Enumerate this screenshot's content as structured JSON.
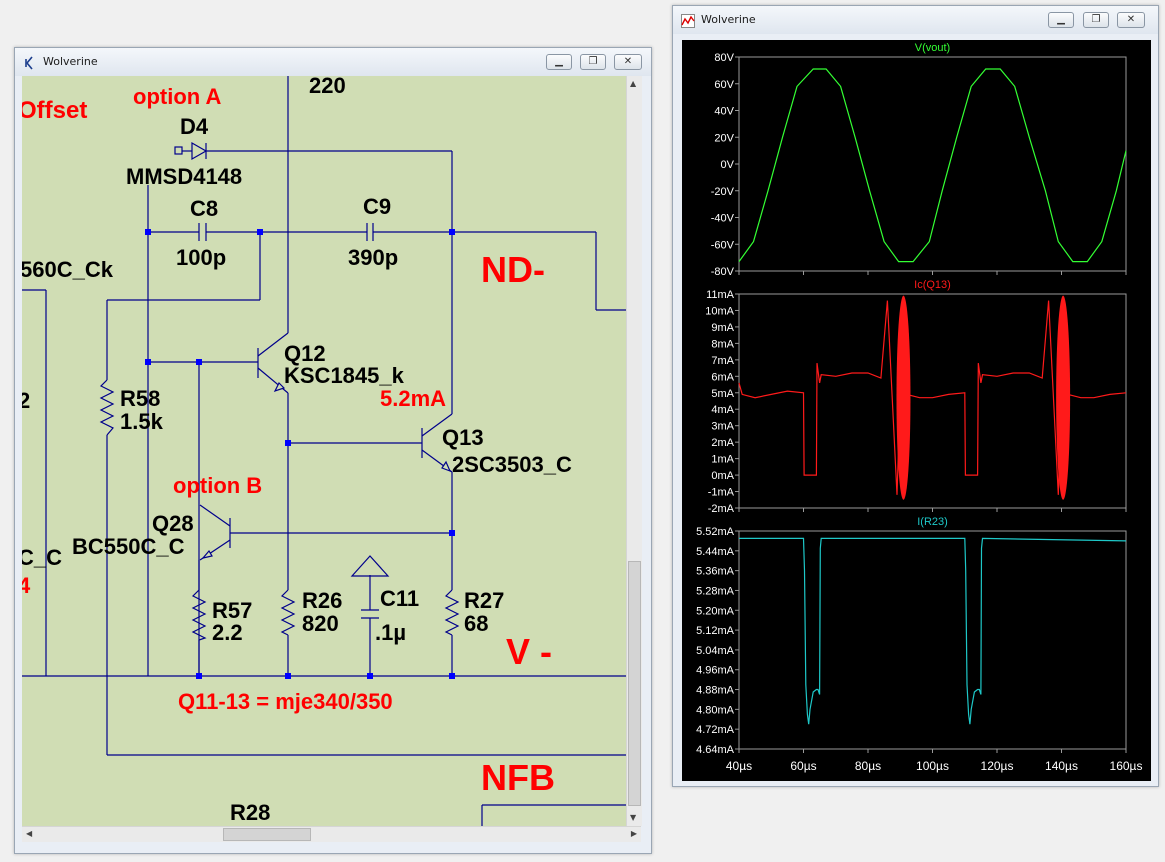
{
  "schematic_window": {
    "title": "Wolverine",
    "labels": {
      "offset": "Offset",
      "option_a": "option A",
      "r_top": "220",
      "d4": "D4",
      "d4_part": "MMSD4148",
      "c8": "C8",
      "c8_val": "100p",
      "c9": "C9",
      "c9_val": "390p",
      "nd_minus": "ND-",
      "left_part": "560C_Ck",
      "q12": "Q12",
      "q12_part": "KSC1845_k",
      "r58": "R58",
      "r58_val": "1.5k",
      "left_digit": "2",
      "current": "5.2mA",
      "q13": "Q13",
      "q13_part": "2SC3503_C",
      "option_b": "option B",
      "q28": "Q28",
      "q28_part": "BC550C_C",
      "left_cc": "C_C",
      "left_4": "4",
      "r57": "R57",
      "r57_val": "2.2",
      "r26": "R26",
      "r26_val": "820",
      "c11": "C11",
      "c11_val": ".1µ",
      "r27": "R27",
      "r27_val": "68",
      "v_minus": "V -",
      "note": "Q11-13 = mje340/350",
      "nfb": "NFB",
      "r28": "R28"
    }
  },
  "plot_window": {
    "title": "Wolverine",
    "colors": {
      "vout": "#33ff33",
      "ic": "#ff1a1a",
      "ir": "#1ec8c8",
      "grid": "#9a9a9a",
      "axis": "#ffffff"
    },
    "x_ticks": [
      "40µs",
      "60µs",
      "80µs",
      "100µs",
      "120µs",
      "140µs",
      "160µs"
    ]
  },
  "chart_data": [
    {
      "type": "line",
      "title": "V(vout)",
      "x_unit": "µs",
      "xlim": [
        40,
        160
      ],
      "ylim": [
        -80,
        80
      ],
      "y_ticks": [
        "80V",
        "60V",
        "40V",
        "20V",
        "0V",
        "-20V",
        "-40V",
        "-60V",
        "-80V"
      ],
      "series": [
        {
          "name": "V(vout)",
          "x": [
            40,
            44.5,
            49,
            53.5,
            58,
            63,
            67,
            71.5,
            76,
            80.5,
            85,
            89.5,
            94,
            99,
            103,
            107.5,
            112,
            116.5,
            121,
            125.5,
            130,
            135,
            139,
            143.5,
            148,
            152.5,
            157,
            160
          ],
          "y": [
            -73,
            -58,
            -20,
            20,
            58,
            71,
            71,
            58,
            20,
            -20,
            -58,
            -73,
            -73,
            -58,
            -20,
            20,
            58,
            71,
            71,
            58,
            20,
            -20,
            -58,
            -73,
            -73,
            -58,
            -20,
            10
          ]
        }
      ]
    },
    {
      "type": "line",
      "title": "Ic(Q13)",
      "x_unit": "µs",
      "xlim": [
        40,
        160
      ],
      "ylim": [
        -2,
        11
      ],
      "y_ticks": [
        "11mA",
        "10mA",
        "9mA",
        "8mA",
        "7mA",
        "6mA",
        "5mA",
        "4mA",
        "3mA",
        "2mA",
        "1mA",
        "0mA",
        "-1mA",
        "-2mA"
      ],
      "series": [
        {
          "name": "Ic(Q13)",
          "x": [
            40,
            41,
            45,
            50,
            55,
            60,
            60.2,
            62,
            64,
            64.2,
            65,
            65.5,
            70,
            75,
            80,
            84,
            86,
            89,
            90,
            92,
            96,
            100,
            105,
            110,
            110.2,
            112,
            114,
            114.2,
            115,
            115.5,
            120,
            125,
            130,
            134,
            136,
            139,
            140,
            142,
            146,
            150,
            155,
            160
          ],
          "y": [
            5.6,
            4.9,
            4.7,
            4.9,
            5.1,
            5.0,
            0,
            0,
            0,
            6.8,
            5.6,
            6.1,
            6.0,
            6.2,
            6.2,
            5.9,
            10.6,
            -1.2,
            5.0,
            4.9,
            4.7,
            4.7,
            4.9,
            5.0,
            0,
            0,
            0,
            6.8,
            5.6,
            6.1,
            6.0,
            6.2,
            6.2,
            5.9,
            10.6,
            -1.2,
            5.0,
            4.9,
            4.7,
            4.7,
            4.9,
            5.0
          ]
        }
      ],
      "bursts_x": [
        91,
        140.5
      ]
    },
    {
      "type": "line",
      "title": "I(R23)",
      "x_unit": "µs",
      "xlim": [
        40,
        160
      ],
      "ylim": [
        4.64,
        5.52
      ],
      "y_ticks": [
        "5.52mA",
        "5.44mA",
        "5.36mA",
        "5.28mA",
        "5.20mA",
        "5.12mA",
        "5.04mA",
        "4.96mA",
        "4.88mA",
        "4.80mA",
        "4.72mA",
        "4.64mA"
      ],
      "series": [
        {
          "name": "I(R23)",
          "x": [
            40,
            60,
            60.3,
            60.7,
            61.2,
            61.6,
            62,
            63,
            64,
            64.5,
            65,
            65.2,
            65.5,
            110,
            110.3,
            110.7,
            111.2,
            111.6,
            112,
            113,
            114,
            114.5,
            115,
            115.2,
            115.5,
            160
          ],
          "y": [
            5.49,
            5.49,
            5.36,
            4.9,
            4.78,
            4.74,
            4.8,
            4.87,
            4.88,
            4.88,
            4.86,
            5.45,
            5.49,
            5.49,
            5.36,
            4.9,
            4.78,
            4.74,
            4.8,
            4.87,
            4.88,
            4.88,
            4.86,
            5.45,
            5.49,
            5.48
          ]
        }
      ]
    }
  ]
}
